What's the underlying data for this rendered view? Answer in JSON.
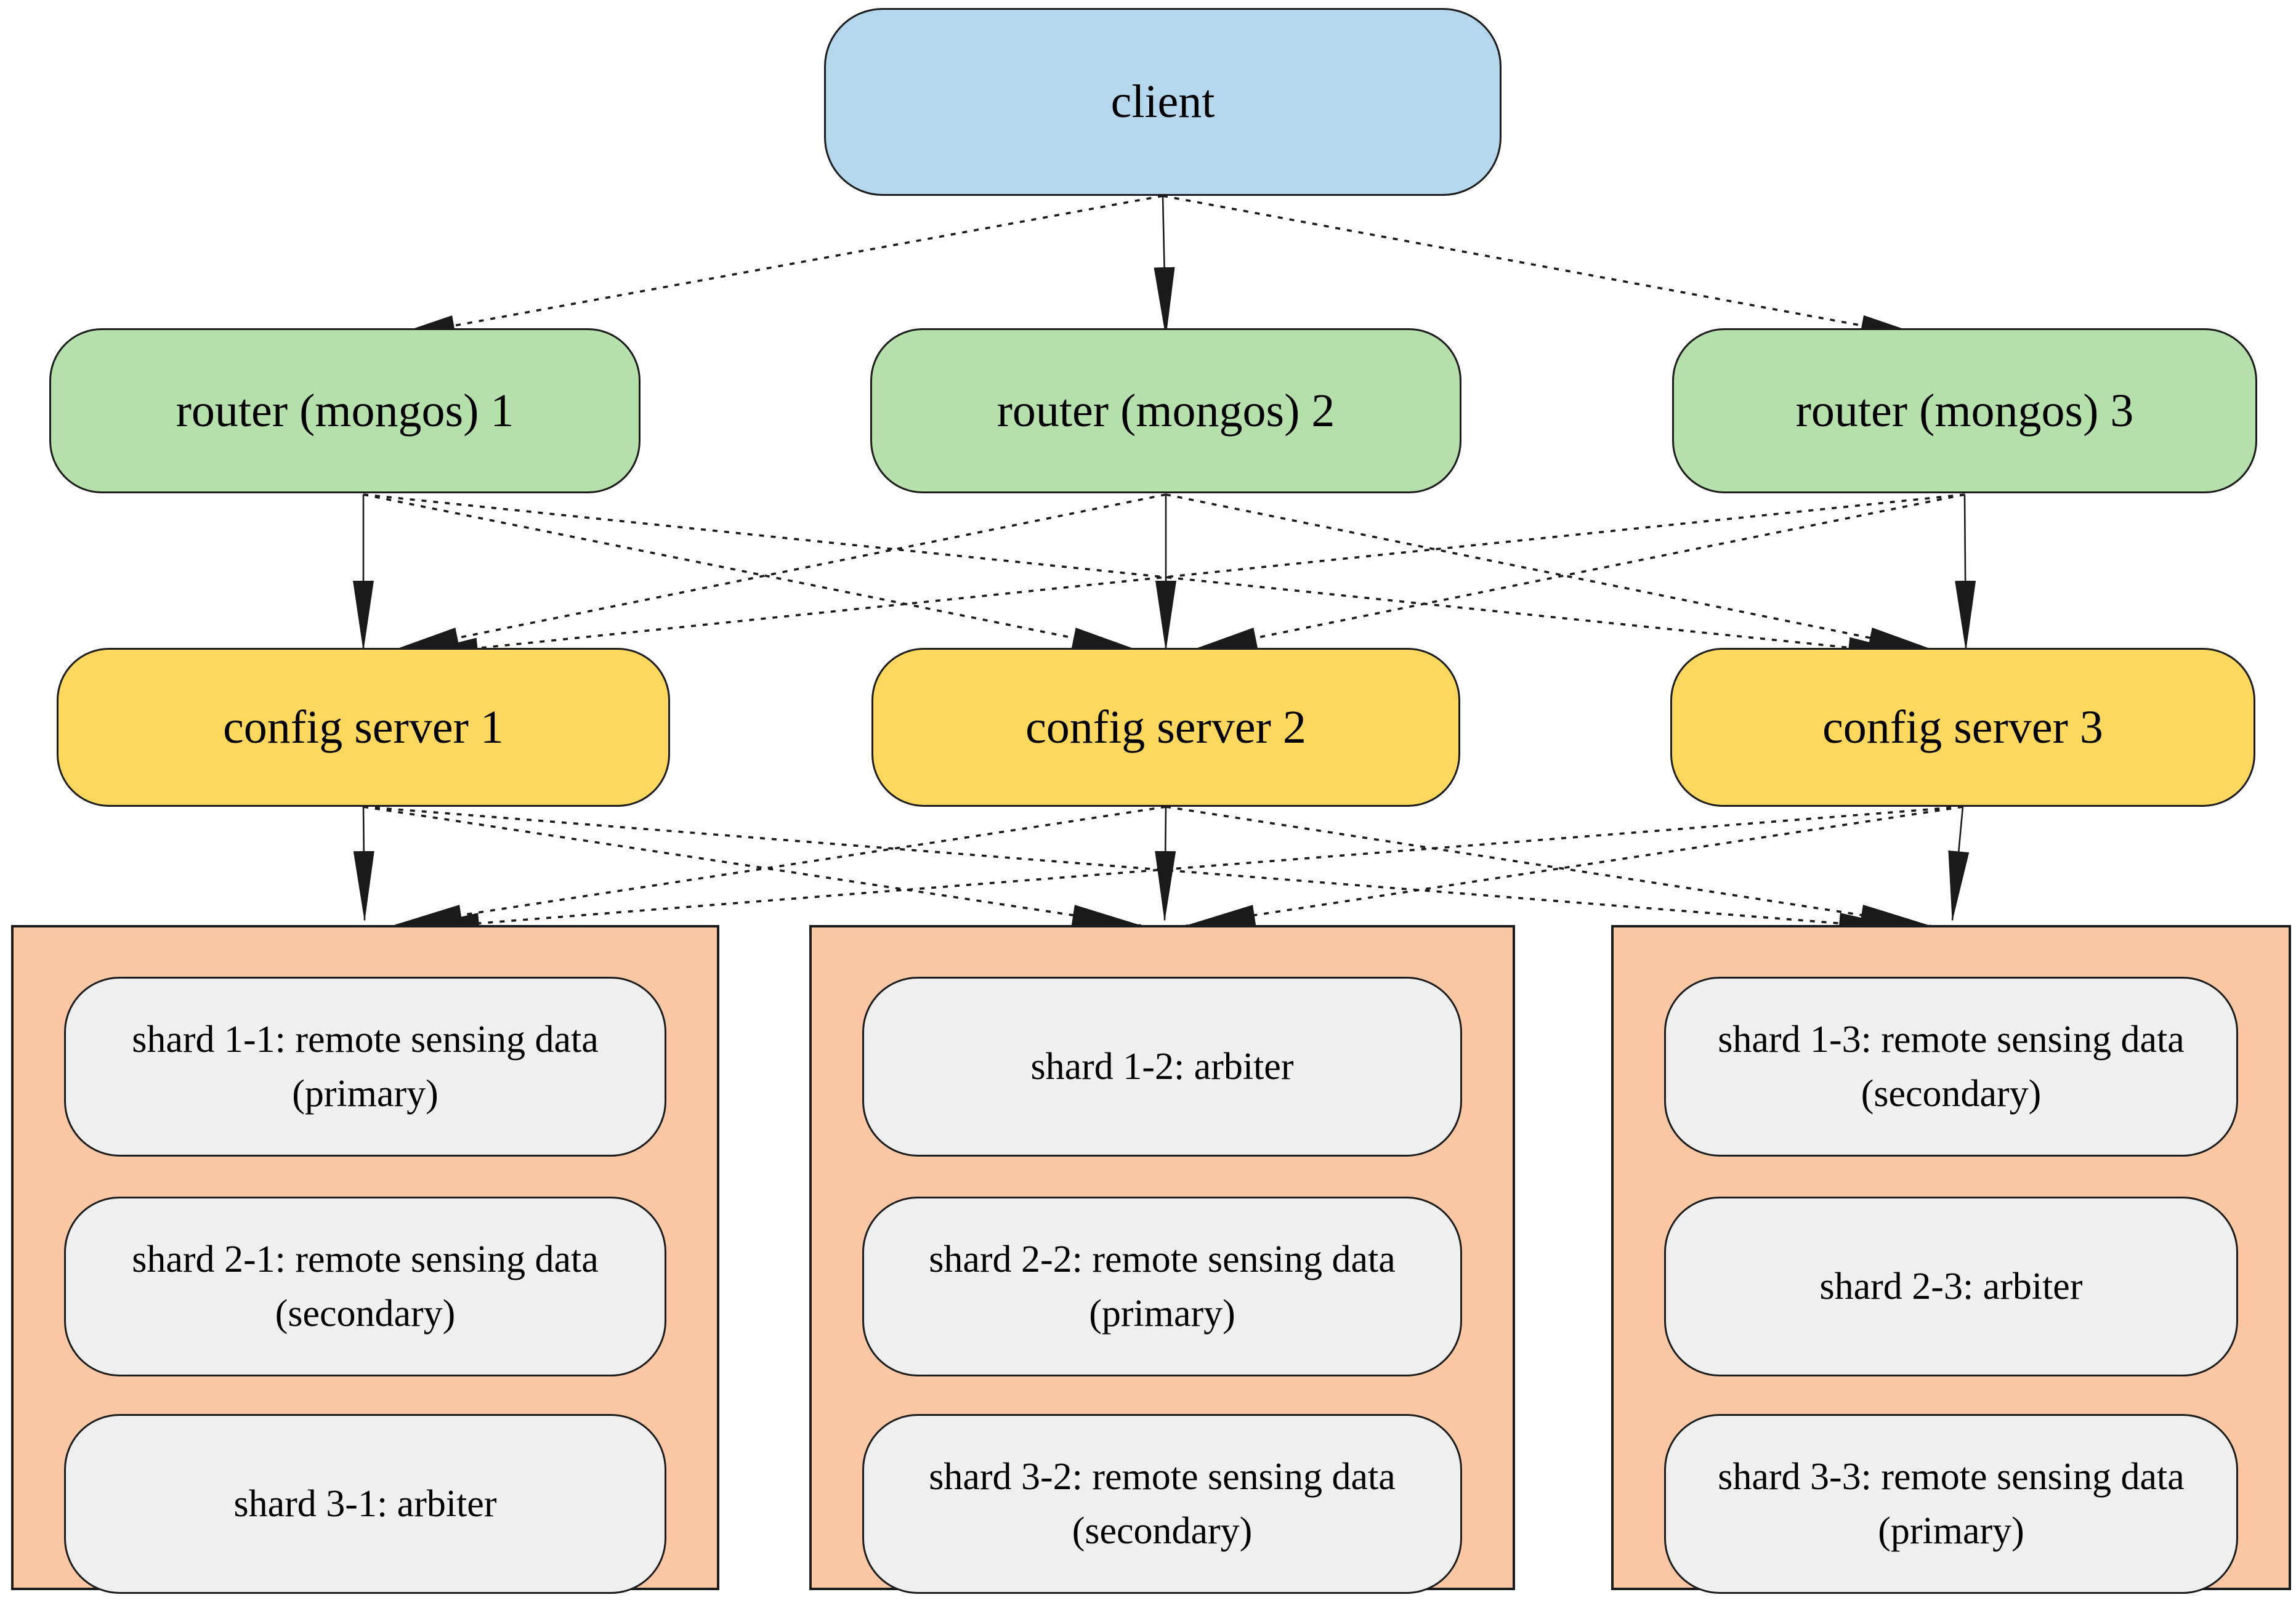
{
  "client": {
    "label": "client"
  },
  "routers": [
    {
      "id": "router-1",
      "label": "router (mongos) 1"
    },
    {
      "id": "router-2",
      "label": "router (mongos) 2"
    },
    {
      "id": "router-3",
      "label": "router (mongos) 3"
    }
  ],
  "config_servers": [
    {
      "id": "config-1",
      "label": "config server 1"
    },
    {
      "id": "config-2",
      "label": "config server 2"
    },
    {
      "id": "config-3",
      "label": "config server 3"
    }
  ],
  "shard_groups": [
    {
      "id": "shards-1",
      "shards": [
        {
          "label": "shard 1-1: remote sensing data\n(primary)"
        },
        {
          "label": "shard 2-1: remote sensing data\n(secondary)"
        },
        {
          "label": "shard 3-1: arbiter"
        }
      ]
    },
    {
      "id": "shards-2",
      "shards": [
        {
          "label": "shard 1-2: arbiter"
        },
        {
          "label": "shard 2-2: remote sensing data\n(primary)"
        },
        {
          "label": "shard 3-2: remote sensing data\n(secondary)"
        }
      ]
    },
    {
      "id": "shards-3",
      "shards": [
        {
          "label": "shard 1-3: remote sensing data\n(secondary)"
        },
        {
          "label": "shard 2-3: arbiter"
        },
        {
          "label": "shard 3-3: remote sensing data\n(primary)"
        }
      ]
    }
  ],
  "connections": [
    {
      "from": "client",
      "to": "router-1"
    },
    {
      "from": "client",
      "to": "router-2"
    },
    {
      "from": "client",
      "to": "router-3"
    },
    {
      "from": "router-1",
      "to": "config-1"
    },
    {
      "from": "router-1",
      "to": "config-2"
    },
    {
      "from": "router-1",
      "to": "config-3"
    },
    {
      "from": "router-2",
      "to": "config-1"
    },
    {
      "from": "router-2",
      "to": "config-2"
    },
    {
      "from": "router-2",
      "to": "config-3"
    },
    {
      "from": "router-3",
      "to": "config-1"
    },
    {
      "from": "router-3",
      "to": "config-2"
    },
    {
      "from": "router-3",
      "to": "config-3"
    },
    {
      "from": "config-1",
      "to": "shards-1"
    },
    {
      "from": "config-1",
      "to": "shards-2"
    },
    {
      "from": "config-1",
      "to": "shards-3"
    },
    {
      "from": "config-2",
      "to": "shards-1"
    },
    {
      "from": "config-2",
      "to": "shards-2"
    },
    {
      "from": "config-2",
      "to": "shards-3"
    },
    {
      "from": "config-3",
      "to": "shards-1"
    },
    {
      "from": "config-3",
      "to": "shards-2"
    },
    {
      "from": "config-3",
      "to": "shards-3"
    }
  ],
  "colors": {
    "client_fill": "#b4d7ee",
    "router_fill": "#b5dfab",
    "config_fill": "#fdd75e",
    "group_fill": "#fbc7a4",
    "shard_fill": "#efefef",
    "line": "#1a1a1a"
  }
}
